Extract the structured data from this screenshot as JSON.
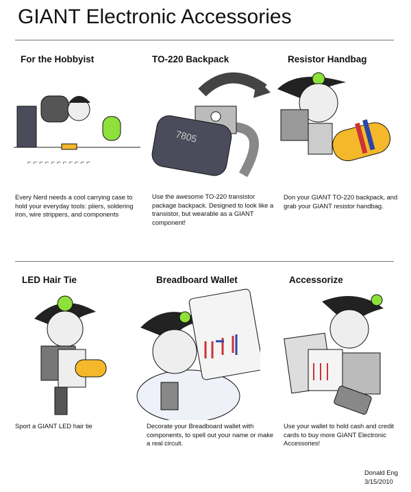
{
  "title": "GIANT Electronic Accessories",
  "panels": [
    {
      "heading": "For the Hobbyist",
      "caption": "Every Nerd needs a cool carrying case to hold your everyday tools: pliers, soldering iron, wire strippers, and components"
    },
    {
      "heading": "TO-220 Backpack",
      "caption": "Use the awesome TO-220 transistor package backpack. Designed to look like a transistor, but wearable as a GIANT component!",
      "chip_label": "7805"
    },
    {
      "heading": "Resistor Handbag",
      "caption": "Don your GIANT TO-220 backpack, and grab your GIANT resistor handbag."
    },
    {
      "heading": "LED Hair Tie",
      "caption": "Sport a GIANT LED hair tie"
    },
    {
      "heading": "Breadboard Wallet",
      "caption": "Decorate your Breadboard wallet with components, to spell out your name or make a real circuit."
    },
    {
      "heading": "Accessorize",
      "caption": "Use your wallet to hold cash and credit cards to buy more GIANT Electronic Accessories!"
    }
  ],
  "signature": {
    "name": "Donald Eng",
    "date": "3/15/2010"
  },
  "colors": {
    "led_green": "#8ee03a",
    "resistor_yellow": "#f5b82a",
    "case_dark": "#4a4c5c"
  }
}
